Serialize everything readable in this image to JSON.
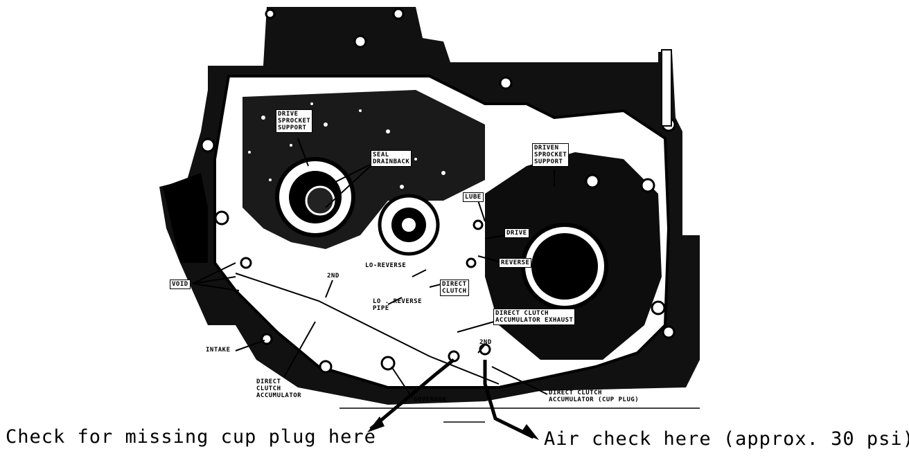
{
  "labels": {
    "drive_sprocket_support": "DRIVE\nSPROCKET\nSUPPORT",
    "seal_drainback": "SEAL\nDRAINBACK",
    "driven_sprocket_support": "DRIVEN\nSPROCKET\nSUPPORT",
    "lube": "LUBE",
    "drive": "DRIVE",
    "reverse": "REVERSE",
    "lo_reverse": "LO-REVERSE",
    "direct_clutch": "DIRECT\nCLUTCH",
    "lo_reverse_pipe": "LO . REVERSE\nPIPE",
    "second_upper": "2ND",
    "void": "VOID",
    "direct_clutch_accumulator_exhaust": "DIRECT CLUTCH\nACCUMULATOR EXHAUST",
    "second_lower": "2ND",
    "intake": "INTAKE",
    "direct_clutch_accumulator": "DIRECT\nCLUTCH\nACCUMULATOR",
    "governor": "GOVERNOR",
    "direct_clutch_accumulator_cup_plug": "DIRECT CLUTCH\nACCUMULATOR (CUP PLUG)"
  },
  "captions": {
    "cup_plug": "Check for missing cup plug here",
    "air_check": "Air check here (approx. 30 psi)"
  }
}
